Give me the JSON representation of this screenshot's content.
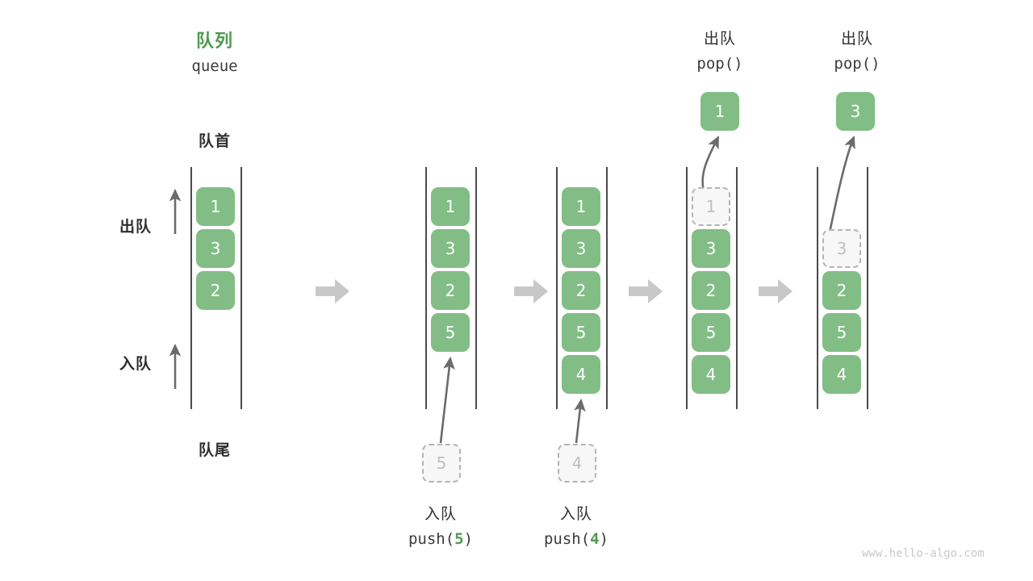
{
  "diagram": {
    "title_cn": "队列",
    "title_en": "queue",
    "front_label": "队首",
    "rear_label": "队尾",
    "dequeue_side_label": "出队",
    "enqueue_side_label": "入队",
    "watermark": "www.hello-algo.com",
    "colors": {
      "element_fill": "#82bd86",
      "element_text": "#ffffff",
      "ghost_fill": "#f7f7f7",
      "ghost_border": "#b4b4b4",
      "ghost_text": "#c0c0c0",
      "accent_green": "#4e9a51",
      "rail": "#4a4a4a",
      "step_arrow": "#c8c8c8",
      "thin_arrow": "#6b6b6b",
      "watermark": "#c9c9c9"
    }
  },
  "steps": [
    {
      "id": "initial",
      "op_cn": "",
      "op_code": "",
      "cells": [
        {
          "value": "1",
          "state": "filled"
        },
        {
          "value": "3",
          "state": "filled"
        },
        {
          "value": "2",
          "state": "filled"
        }
      ],
      "incoming": null,
      "popped": null
    },
    {
      "id": "push-5",
      "op_cn": "入队",
      "op_code_prefix": "push(",
      "op_code_arg": "5",
      "op_code_suffix": ")",
      "cells": [
        {
          "value": "1",
          "state": "filled"
        },
        {
          "value": "3",
          "state": "filled"
        },
        {
          "value": "2",
          "state": "filled"
        },
        {
          "value": "5",
          "state": "filled"
        }
      ],
      "incoming": {
        "value": "5",
        "state": "ghost"
      },
      "popped": null
    },
    {
      "id": "push-4",
      "op_cn": "入队",
      "op_code_prefix": "push(",
      "op_code_arg": "4",
      "op_code_suffix": ")",
      "cells": [
        {
          "value": "1",
          "state": "filled"
        },
        {
          "value": "3",
          "state": "filled"
        },
        {
          "value": "2",
          "state": "filled"
        },
        {
          "value": "5",
          "state": "filled"
        },
        {
          "value": "4",
          "state": "filled"
        }
      ],
      "incoming": {
        "value": "4",
        "state": "ghost"
      },
      "popped": null
    },
    {
      "id": "pop-1",
      "op_cn": "出队",
      "op_code_prefix": "pop(",
      "op_code_arg": "",
      "op_code_suffix": ")",
      "cells": [
        {
          "value": "1",
          "state": "ghost"
        },
        {
          "value": "3",
          "state": "filled"
        },
        {
          "value": "2",
          "state": "filled"
        },
        {
          "value": "5",
          "state": "filled"
        },
        {
          "value": "4",
          "state": "filled"
        }
      ],
      "incoming": null,
      "popped": {
        "value": "1",
        "state": "filled"
      }
    },
    {
      "id": "pop-3",
      "op_cn": "出队",
      "op_code_prefix": "pop(",
      "op_code_arg": "",
      "op_code_suffix": ")",
      "cells": [
        {
          "value": "",
          "state": "empty"
        },
        {
          "value": "3",
          "state": "ghost"
        },
        {
          "value": "2",
          "state": "filled"
        },
        {
          "value": "5",
          "state": "filled"
        },
        {
          "value": "4",
          "state": "filled"
        }
      ],
      "incoming": null,
      "popped": {
        "value": "3",
        "state": "filled"
      }
    }
  ]
}
